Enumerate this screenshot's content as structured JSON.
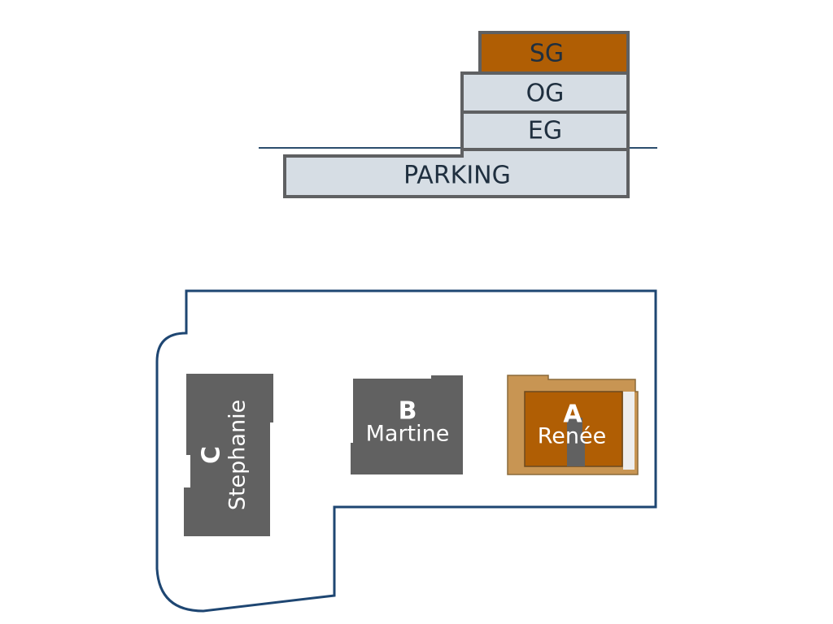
{
  "floors": {
    "sg": {
      "label": "SG",
      "highlighted": true
    },
    "og": {
      "label": "OG",
      "highlighted": false
    },
    "eg": {
      "label": "EG",
      "highlighted": false
    },
    "parking": {
      "label": "PARKING",
      "highlighted": false
    }
  },
  "buildings": {
    "c": {
      "letter": "C",
      "name": "Stephanie",
      "selected": false
    },
    "b": {
      "letter": "B",
      "name": "Martine",
      "selected": false
    },
    "a": {
      "letter": "A",
      "name": "Renée",
      "selected": true
    }
  },
  "colors": {
    "highlight": "#b05e04",
    "highlight_light": "#c89553",
    "floor_fill": "#d6dde4",
    "floor_stroke": "#5f6062",
    "ground_line": "#2b4d6d",
    "site_outline": "#1e4672",
    "building_fill": "#616161",
    "text_dark": "#1f2f3f",
    "text_light": "#ffffff"
  }
}
